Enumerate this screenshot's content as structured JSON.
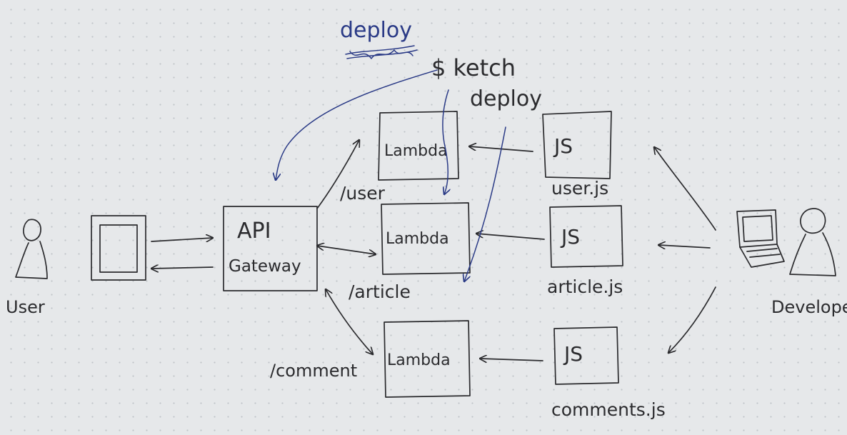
{
  "diagram": {
    "user_label": "User",
    "developer_label": "Developer",
    "api_gateway": {
      "line1": "API",
      "line2": "Gateway"
    },
    "lambdas": [
      {
        "label": "Lambda"
      },
      {
        "label": "Lambda"
      },
      {
        "label": "Lambda"
      }
    ],
    "routes": {
      "user": "/user",
      "article": "/article",
      "comment": "/comment"
    },
    "files": [
      {
        "icon_text": "JS",
        "name": "user.js"
      },
      {
        "icon_text": "JS",
        "name": "article.js"
      },
      {
        "icon_text": "JS",
        "name": "comments.js"
      }
    ],
    "annotations": {
      "deploy_blue": "deploy",
      "command": "$ ketch",
      "command_deploy": "deploy"
    },
    "colors": {
      "ink": "#2b2b2e",
      "blue_ink": "#2a3a86",
      "paper": "#e6e8ea"
    }
  }
}
